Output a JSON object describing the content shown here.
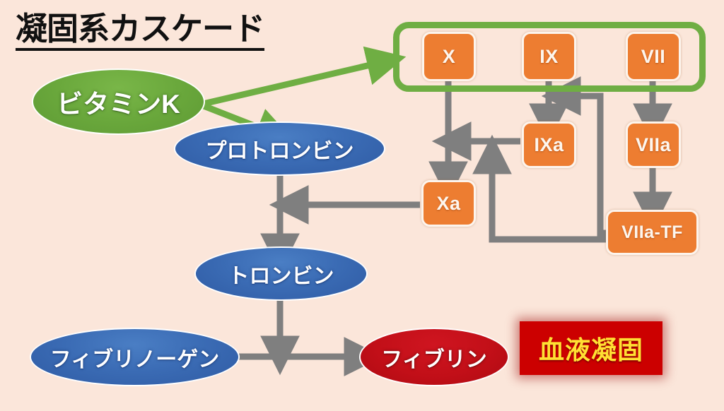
{
  "title": "凝固系カスケード",
  "colors": {
    "background": "#fbe6da",
    "factor_orange": "#ed7d31",
    "group_green": "#6fae43",
    "vitamin_green": "#6aa83c",
    "node_blue": "#3b6cb5",
    "fibrin_red": "#c20f18",
    "banner_red": "#cc0000",
    "banner_text_yellow": "#ffe033",
    "arrow_gray": "#7f7f7f"
  },
  "nodes": {
    "vitamin_k": "ビタミンK",
    "prothrombin": "プロトロンビン",
    "thrombin": "トロンビン",
    "fibrinogen": "フィブリノーゲン",
    "fibrin": "フィブリン",
    "result_banner": "血液凝固"
  },
  "factors": [
    {
      "id": "factor-x",
      "label": "X"
    },
    {
      "id": "factor-ix",
      "label": "IX"
    },
    {
      "id": "factor-vii",
      "label": "VII"
    },
    {
      "id": "factor-ixa",
      "label": "IXa"
    },
    {
      "id": "factor-viia",
      "label": "VIIa"
    },
    {
      "id": "factor-xa",
      "label": "Xa"
    },
    {
      "id": "factor-viia-tf",
      "label": "VIIa-TF"
    }
  ],
  "chart_data": {
    "type": "diagram",
    "title": "凝固系カスケード",
    "nodes": [
      {
        "id": "vitamin_k",
        "label": "ビタミンK",
        "shape": "ellipse",
        "color": "#6aa83c"
      },
      {
        "id": "prothrombin",
        "label": "プロトロンビン",
        "shape": "ellipse",
        "color": "#3b6cb5"
      },
      {
        "id": "thrombin",
        "label": "トロンビン",
        "shape": "ellipse",
        "color": "#3b6cb5"
      },
      {
        "id": "fibrinogen",
        "label": "フィブリノーゲン",
        "shape": "ellipse",
        "color": "#3b6cb5"
      },
      {
        "id": "fibrin",
        "label": "フィブリン",
        "shape": "ellipse",
        "color": "#c20f18"
      },
      {
        "id": "factor_x",
        "label": "X",
        "shape": "rounded-rect",
        "color": "#ed7d31"
      },
      {
        "id": "factor_ix",
        "label": "IX",
        "shape": "rounded-rect",
        "color": "#ed7d31"
      },
      {
        "id": "factor_vii",
        "label": "VII",
        "shape": "rounded-rect",
        "color": "#ed7d31"
      },
      {
        "id": "factor_xa",
        "label": "Xa",
        "shape": "rounded-rect",
        "color": "#ed7d31"
      },
      {
        "id": "factor_ixa",
        "label": "IXa",
        "shape": "rounded-rect",
        "color": "#ed7d31"
      },
      {
        "id": "factor_viia",
        "label": "VIIa",
        "shape": "rounded-rect",
        "color": "#ed7d31"
      },
      {
        "id": "factor_viia_tf",
        "label": "VIIa-TF",
        "shape": "rounded-rect",
        "color": "#ed7d31"
      },
      {
        "id": "result",
        "label": "血液凝固",
        "shape": "rect",
        "color": "#cc0000"
      }
    ],
    "group": {
      "label": "",
      "members": [
        "factor_x",
        "factor_ix",
        "factor_vii"
      ],
      "color": "#6fae43"
    },
    "edges": [
      {
        "from": "vitamin_k",
        "to": "group",
        "color": "#6fae43"
      },
      {
        "from": "vitamin_k",
        "to": "prothrombin",
        "color": "#6fae43"
      },
      {
        "from": "factor_x",
        "to": "factor_xa",
        "color": "#7f7f7f"
      },
      {
        "from": "factor_ix",
        "to": "factor_ixa",
        "color": "#7f7f7f"
      },
      {
        "from": "factor_vii",
        "to": "factor_viia",
        "color": "#7f7f7f"
      },
      {
        "from": "factor_viia",
        "to": "factor_viia_tf",
        "color": "#7f7f7f"
      },
      {
        "from": "factor_viia_tf",
        "to": "factor_ix",
        "color": "#7f7f7f"
      },
      {
        "from": "factor_viia_tf",
        "to": "factor_ixa-branch",
        "color": "#7f7f7f"
      },
      {
        "from": "factor_ixa",
        "to": "factor_x-to-xa",
        "color": "#7f7f7f"
      },
      {
        "from": "factor_xa",
        "to": "prothrombin-to-thrombin",
        "color": "#7f7f7f"
      },
      {
        "from": "prothrombin",
        "to": "thrombin",
        "color": "#7f7f7f"
      },
      {
        "from": "thrombin",
        "to": "fibrinogen-to-fibrin",
        "color": "#7f7f7f"
      },
      {
        "from": "fibrinogen",
        "to": "fibrin",
        "color": "#7f7f7f"
      }
    ]
  }
}
